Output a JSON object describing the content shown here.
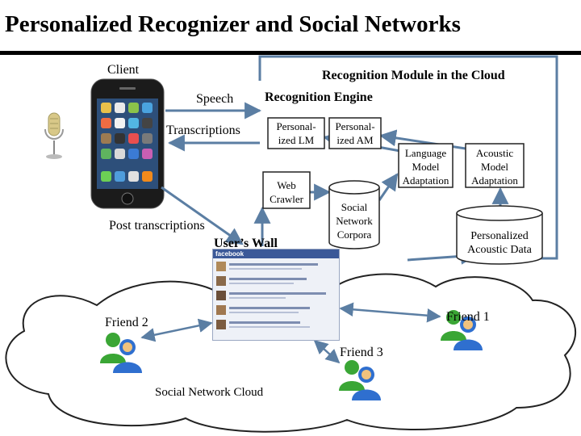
{
  "title": "Personalized Recognizer and Social Networks",
  "labels": {
    "client": "Client",
    "cloud_module": "Recognition Module in the Cloud",
    "speech": "Speech",
    "recognition_engine": "Recognition Engine",
    "transcriptions": "Transcriptions",
    "post_transcriptions": "Post transcriptions",
    "users_wall": "User’s Wall",
    "social_network_cloud": "Social Network Cloud"
  },
  "boxes": {
    "personalized_lm": [
      "Personal-",
      "ized LM"
    ],
    "personalized_am": [
      "Personal-",
      "ized AM"
    ],
    "language_model_adaptation": [
      "Language",
      "Model",
      "Adaptation"
    ],
    "acoustic_model_adaptation": [
      "Acoustic",
      "Model",
      "Adaptation"
    ],
    "web_crawler": [
      "Web",
      "Crawler"
    ]
  },
  "databases": {
    "social_network_corpora": [
      "Social",
      "Network",
      "Corpora"
    ],
    "personalized_acoustic_data": [
      "Personalized",
      "Acoustic Data"
    ]
  },
  "friends": {
    "friend1": "Friend 1",
    "friend2": "Friend 2",
    "friend3": "Friend 3"
  },
  "wall_header": "facebook",
  "colors": {
    "arrow": "#5b7ea3",
    "module_border": "#5b7ea3",
    "cloud_stroke": "#222222",
    "friend_green": "#3aa635",
    "friend_blue": "#2f6fcf"
  }
}
